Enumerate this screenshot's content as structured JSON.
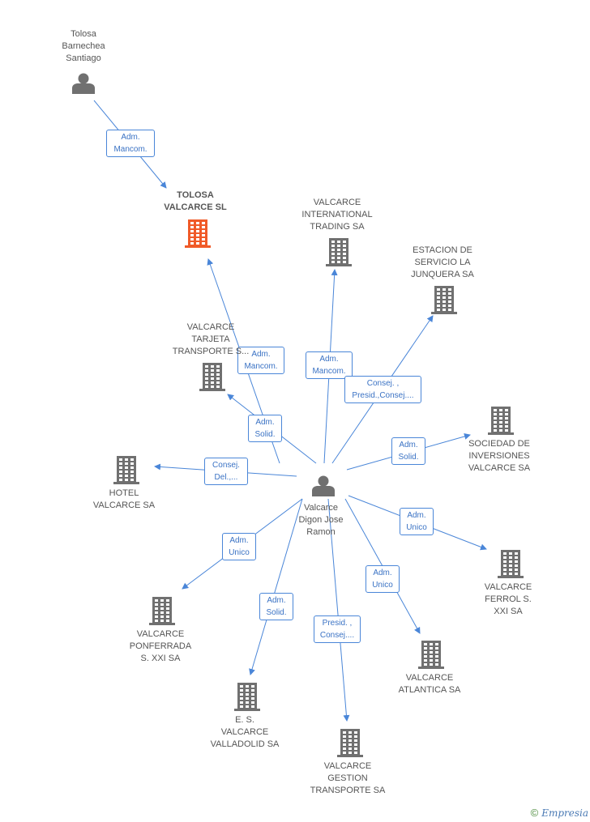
{
  "colors": {
    "edge": "#4a86d8",
    "node_icon": "#707070",
    "highlight_icon": "#f05a28",
    "edge_label_text": "#3a72c4"
  },
  "nodes": [
    {
      "id": "tolosa_person",
      "type": "person",
      "label": "Tolosa\nBarnechea\nSantiago"
    },
    {
      "id": "tolosa_valcarce",
      "type": "company",
      "highlight": true,
      "label": "TOLOSA\nVALCARCE SL"
    },
    {
      "id": "valcarce_intl",
      "type": "company",
      "label": "VALCARCE\nINTERNATIONAL\nTRADING SA"
    },
    {
      "id": "estacion",
      "type": "company",
      "label": "ESTACION DE\nSERVICIO LA\nJUNQUERA SA"
    },
    {
      "id": "tarjeta",
      "type": "company",
      "label": "VALCARCE\nTARJETA\nTRANSPORTE S..."
    },
    {
      "id": "sociedad",
      "type": "company",
      "label": "SOCIEDAD DE\nINVERSIONES\nVALCARCE SA"
    },
    {
      "id": "hotel",
      "type": "company",
      "label": "HOTEL\nVALCARCE SA"
    },
    {
      "id": "center_person",
      "type": "person",
      "label": "Valcarce\nDigon Jose\nRamon"
    },
    {
      "id": "ferrol",
      "type": "company",
      "label": "VALCARCE\nFERROL S.\nXXI SA"
    },
    {
      "id": "ponferrada",
      "type": "company",
      "label": "VALCARCE\nPONFERRADA\nS. XXI SA"
    },
    {
      "id": "atlantica",
      "type": "company",
      "label": "VALCARCE\nATLANTICA SA"
    },
    {
      "id": "valladolid",
      "type": "company",
      "label": "E. S.\nVALCARCE\nVALLADOLID SA"
    },
    {
      "id": "gestion",
      "type": "company",
      "label": "VALCARCE\nGESTION\nTRANSPORTE SA"
    }
  ],
  "edges": [
    {
      "from": "tolosa_person",
      "to": "tolosa_valcarce",
      "label": "Adm.\nMancom."
    },
    {
      "from": "center_person",
      "to": "tolosa_valcarce",
      "label": "Adm.\nMancom."
    },
    {
      "from": "center_person",
      "to": "valcarce_intl",
      "label": "Adm.\nMancom."
    },
    {
      "from": "center_person",
      "to": "estacion",
      "label": "Consej. ,\nPresid.,Consej...."
    },
    {
      "from": "center_person",
      "to": "tarjeta",
      "label": "Adm.\nSolid."
    },
    {
      "from": "center_person",
      "to": "sociedad",
      "label": "Adm.\nSolid."
    },
    {
      "from": "center_person",
      "to": "hotel",
      "label": "Consej.\nDel.,..."
    },
    {
      "from": "center_person",
      "to": "ferrol",
      "label": "Adm.\nUnico"
    },
    {
      "from": "center_person",
      "to": "ponferrada",
      "label": "Adm.\nUnico"
    },
    {
      "from": "center_person",
      "to": "atlantica",
      "label": "Adm.\nUnico"
    },
    {
      "from": "center_person",
      "to": "valladolid",
      "label": "Adm.\nSolid."
    },
    {
      "from": "center_person",
      "to": "gestion",
      "label": "Presid. ,\nConsej...."
    }
  ],
  "footer": {
    "symbol": "©",
    "brand": "Empresia"
  }
}
